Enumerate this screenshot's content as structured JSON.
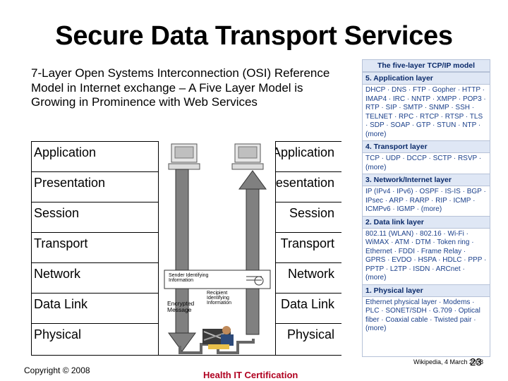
{
  "title": "Secure Data Transport Services",
  "intro": "7-Layer Open Systems Interconnection (OSI) Reference Model in Internet exchange – A Five Layer Model is Growing in Prominence with Web Services",
  "osi_layers": [
    {
      "left": "Application",
      "right": "Application"
    },
    {
      "left": "Presentation",
      "right": "Presentation"
    },
    {
      "left": "Session",
      "right": "Session"
    },
    {
      "left": "Transport",
      "right": "Transport"
    },
    {
      "left": "Network",
      "right": "Network"
    },
    {
      "left": "Data Link",
      "right": "Data Link"
    },
    {
      "left": "Physical",
      "right": "Physical"
    }
  ],
  "diagram": {
    "sender_note": "Sender Identifying Information",
    "recipient_note": "Recipient Identifying Information",
    "encrypted_note": "Encrypted Message",
    "colors": {
      "arrow": "#808080",
      "arrow_edge": "#333333"
    }
  },
  "tcpip": {
    "header": "The five-layer TCP/IP model",
    "sections": [
      {
        "title": "5. Application layer",
        "body": "DHCP · DNS · FTP · Gopher · HTTP · IMAP4 · IRC · NNTP · XMPP · POP3 · RTP · SIP · SMTP · SNMP · SSH · TELNET · RPC · RTCP · RTSP · TLS · SDP · SOAP · GTP · STUN · NTP · (more)"
      },
      {
        "title": "4. Transport layer",
        "body": "TCP · UDP · DCCP · SCTP · RSVP · (more)"
      },
      {
        "title": "3. Network/Internet layer",
        "body": "IP (IPv4 · IPv6) · OSPF · IS-IS · BGP · IPsec · ARP · RARP · RIP · ICMP · ICMPv6 · IGMP · (more)"
      },
      {
        "title": "2. Data link layer",
        "body": "802.11 (WLAN) · 802.16 · Wi-Fi · WiMAX · ATM · DTM · Token ring · Ethernet · FDDI · Frame Relay · GPRS · EVDO · HSPA · HDLC · PPP · PPTP · L2TP · ISDN · ARCnet · (more)"
      },
      {
        "title": "1. Physical layer",
        "body": "Ethernet physical layer · Modems · PLC · SONET/SDH · G.709 · Optical fiber · Coaxial cable · Twisted pair · (more)"
      }
    ]
  },
  "footer": {
    "copyright": "Copyright © 2008",
    "center": "Health IT Certification",
    "wiki": "Wikipedia, 4 March 2008",
    "page": "23"
  }
}
